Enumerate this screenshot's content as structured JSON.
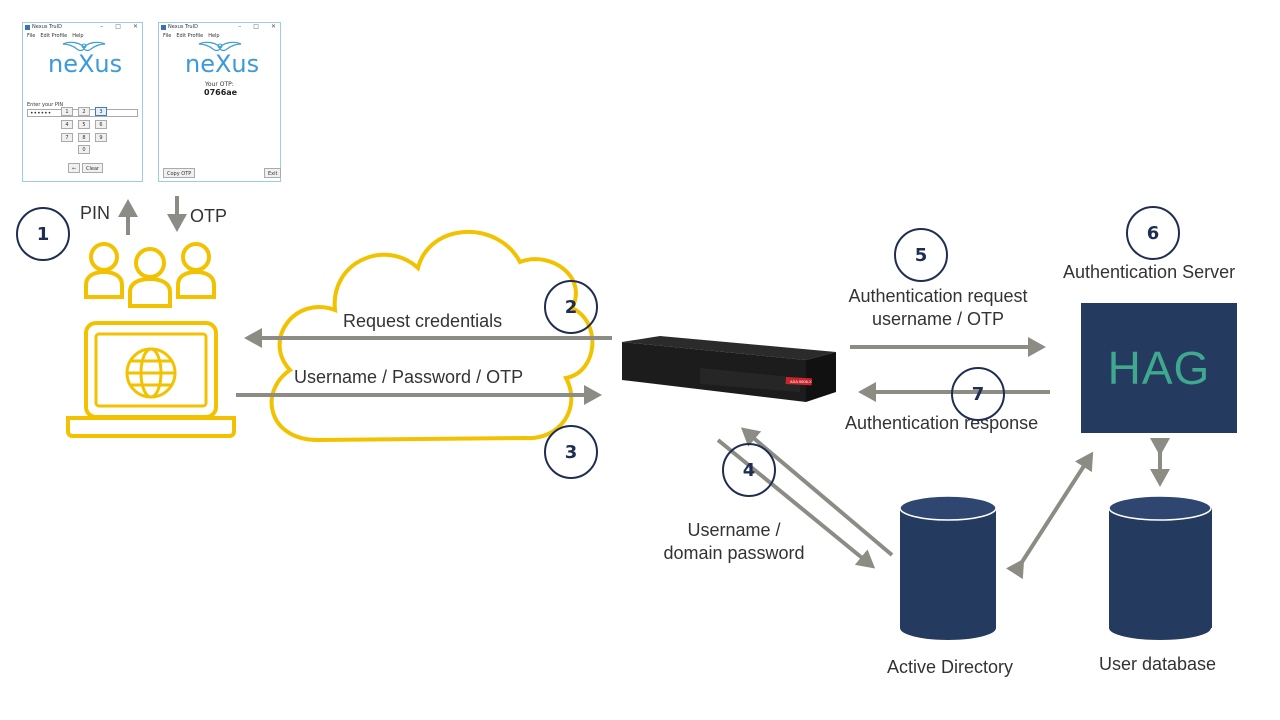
{
  "win_pin": {
    "title": "Nexus TruID",
    "menu": [
      "File",
      "Edit Profile",
      "Help"
    ],
    "logo": "neXus",
    "prompt": "Enter your PIN",
    "pin_masked": "••••••",
    "keys": [
      "1",
      "2",
      "3",
      "4",
      "5",
      "6",
      "7",
      "8",
      "9",
      "0"
    ],
    "back_label": "←",
    "clear_label": "Clear"
  },
  "win_otp": {
    "title": "Nexus TruID",
    "menu": [
      "File",
      "Edit Profile",
      "Help"
    ],
    "logo": "neXus",
    "otp_label": "Your OTP:",
    "otp_value": "0766ae",
    "copy_label": "Copy OTP",
    "exit_label": "Exit"
  },
  "labels": {
    "pin": "PIN",
    "otp": "OTP",
    "request_credentials": "Request credentials",
    "username_password_otp": "Username / Password / OTP",
    "auth_request_line1": "Authentication request",
    "auth_request_line2": "username / OTP",
    "auth_response": "Authentication response",
    "auth_server": "Authentication Server",
    "username_domain_line1": "Username /",
    "username_domain_line2": "domain password",
    "active_directory": "Active Directory",
    "user_database": "User database",
    "hag": "HAG"
  },
  "device": {
    "brand": "CISCO",
    "model": "ASA 5506-X"
  },
  "steps": [
    "1",
    "2",
    "3",
    "4",
    "5",
    "6",
    "7"
  ],
  "colors": {
    "accent_yellow": "#f2c200",
    "arrow_gray": "#8c8c84",
    "step_navy": "#1f2d52",
    "db_navy": "#243a5e",
    "hag_green": "#3ea98f"
  }
}
